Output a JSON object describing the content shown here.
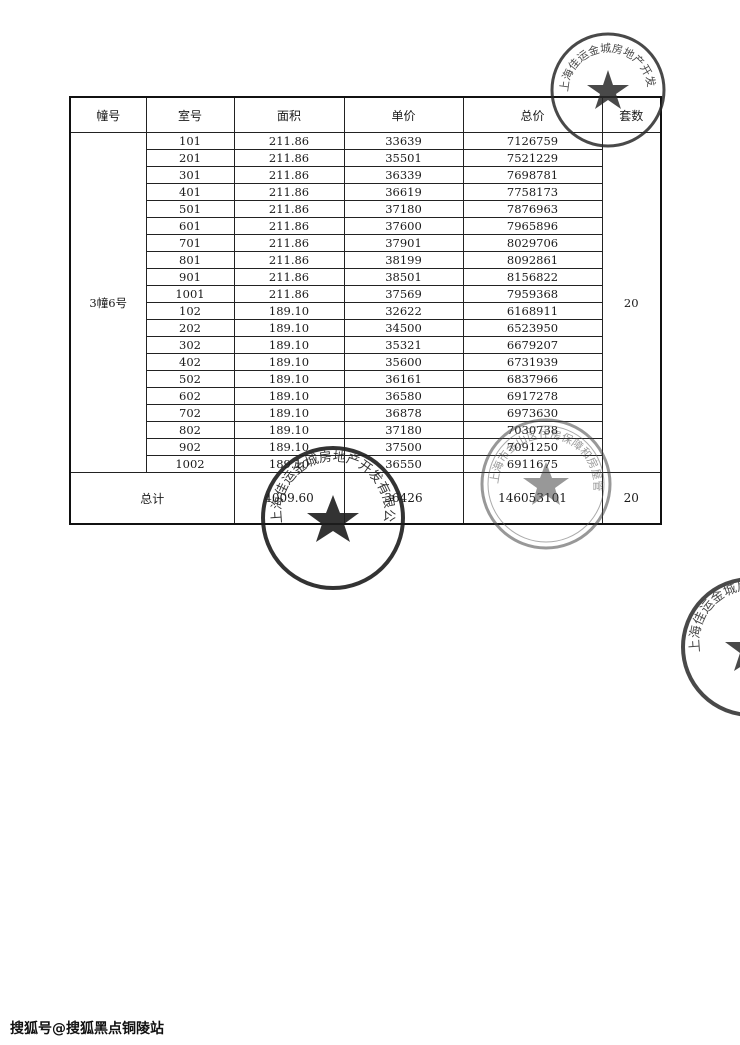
{
  "table": {
    "headers": [
      "幢号",
      "室号",
      "面积",
      "单价",
      "总价",
      "套数"
    ],
    "building": "3幢6号",
    "unit_count": "20",
    "rows": [
      [
        "101",
        "211.86",
        "33639",
        "7126759"
      ],
      [
        "201",
        "211.86",
        "35501",
        "7521229"
      ],
      [
        "301",
        "211.86",
        "36339",
        "7698781"
      ],
      [
        "401",
        "211.86",
        "36619",
        "7758173"
      ],
      [
        "501",
        "211.86",
        "37180",
        "7876963"
      ],
      [
        "601",
        "211.86",
        "37600",
        "7965896"
      ],
      [
        "701",
        "211.86",
        "37901",
        "8029706"
      ],
      [
        "801",
        "211.86",
        "38199",
        "8092861"
      ],
      [
        "901",
        "211.86",
        "38501",
        "8156822"
      ],
      [
        "1001",
        "211.86",
        "37569",
        "7959368"
      ],
      [
        "102",
        "189.10",
        "32622",
        "6168911"
      ],
      [
        "202",
        "189.10",
        "34500",
        "6523950"
      ],
      [
        "302",
        "189.10",
        "35321",
        "6679207"
      ],
      [
        "402",
        "189.10",
        "35600",
        "6731939"
      ],
      [
        "502",
        "189.10",
        "36161",
        "6837966"
      ],
      [
        "602",
        "189.10",
        "36580",
        "6917278"
      ],
      [
        "702",
        "189.10",
        "36878",
        "6973630"
      ],
      [
        "802",
        "189.10",
        "37180",
        "7030738"
      ],
      [
        "902",
        "189.10",
        "37500",
        "7091250"
      ],
      [
        "1002",
        "189.10",
        "36550",
        "6911675"
      ]
    ],
    "total": {
      "label": "总计",
      "area": "4009.60",
      "unit_price": "36426",
      "total_price": "146053101",
      "count": "20"
    }
  },
  "seals": {
    "company": "上海佳运金城房地产开发有限公司",
    "authority": "上海市金山区住房保障和房屋管理局",
    "color": "#2a2a2a"
  },
  "watermark": "搜狐号@搜狐黑点铜陵站"
}
